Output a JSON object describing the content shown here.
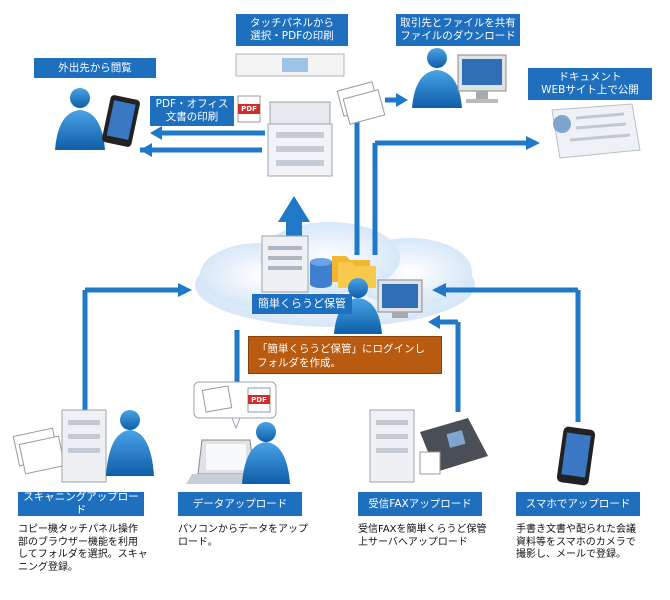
{
  "top": {
    "touch_panel_print": "タッチパネルから\n選択・PDFの印刷",
    "share_files": "取引先とファイルを共有\nファイルのダウンロード",
    "browse_outside": "外出先から閲覧",
    "publish_web": "ドキュメント\nWEBサイト上で公開",
    "pdf_office_print": "PDF・オフィス\n文書の印刷"
  },
  "center": {
    "cloud_label": "簡単くらうど保管",
    "login_note": "「簡単くらうど保管」にログインし\nフォルダを作成。"
  },
  "icons": {
    "pdf_badge": "PDF"
  },
  "bottom": {
    "items": [
      {
        "label": "スキャニングアップロード",
        "desc": "コピー機タッチパネル操作\n部のブラウザー機能を利用\nしてフォルダを選択。スキャ\nニング登録。"
      },
      {
        "label": "データアップロード",
        "desc": "パソコンからデータをアップ\nロード。"
      },
      {
        "label": "受信FAXアップロード",
        "desc": "受信FAXを簡単くらうど保管\n上サーバへアップロード"
      },
      {
        "label": "スマホでアップロード",
        "desc": "手書き文書や配られた会議\n資料等をスマホのカメラで\n撮影し、メールで登録。"
      }
    ]
  },
  "colors": {
    "accent_blue": "#1f6fbf",
    "arrow_blue": "#1f78c8",
    "note_orange": "#b85a10",
    "cloud": "#e3eefa"
  }
}
